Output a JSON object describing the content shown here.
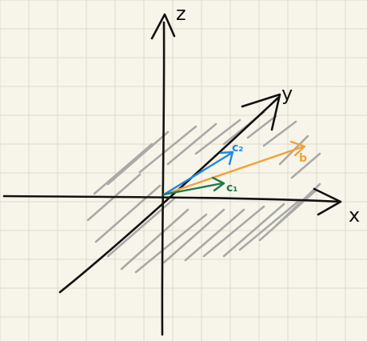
{
  "colors": {
    "paper": "#f7f5ea",
    "grid": "#dcdacb",
    "ink": "#111111",
    "hatch": "#a9a9a6",
    "c1": "#1f7a4c",
    "c2": "#1e88e5",
    "b": "#f0a23a"
  },
  "axes": {
    "x_label": "x",
    "y_label": "y",
    "z_label": "z"
  },
  "vectors": {
    "c1": {
      "label": "c₁",
      "color_key": "c1"
    },
    "c2": {
      "label": "c₂",
      "color_key": "c2"
    },
    "b": {
      "label": "b",
      "color_key": "b"
    }
  },
  "plane": {
    "description_visible": false
  }
}
